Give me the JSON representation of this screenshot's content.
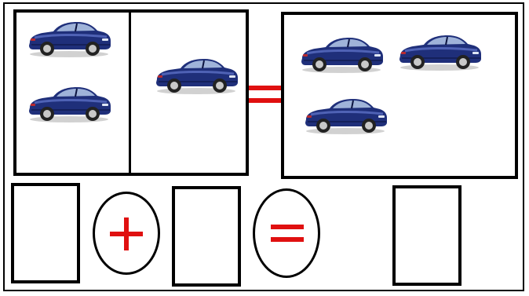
{
  "worksheet": {
    "left_group": {
      "left_part_cars": 2,
      "right_part_cars": 1
    },
    "total_group": {
      "cars": 3
    },
    "answer_row": {
      "blank_boxes": 3,
      "operators": [
        "plus",
        "equals"
      ]
    }
  },
  "colors": {
    "line": "#000000",
    "operator": "#e01010",
    "car_body": "#1f2f7a",
    "car_highlight": "#5b6fc4",
    "car_dark": "#0c1440",
    "glass": "#9fb3d9",
    "tire": "#222222",
    "rim": "#c8c8c8"
  },
  "icons": {
    "car": "sports-car-icon",
    "plus": "plus-icon",
    "equals": "equals-icon"
  }
}
